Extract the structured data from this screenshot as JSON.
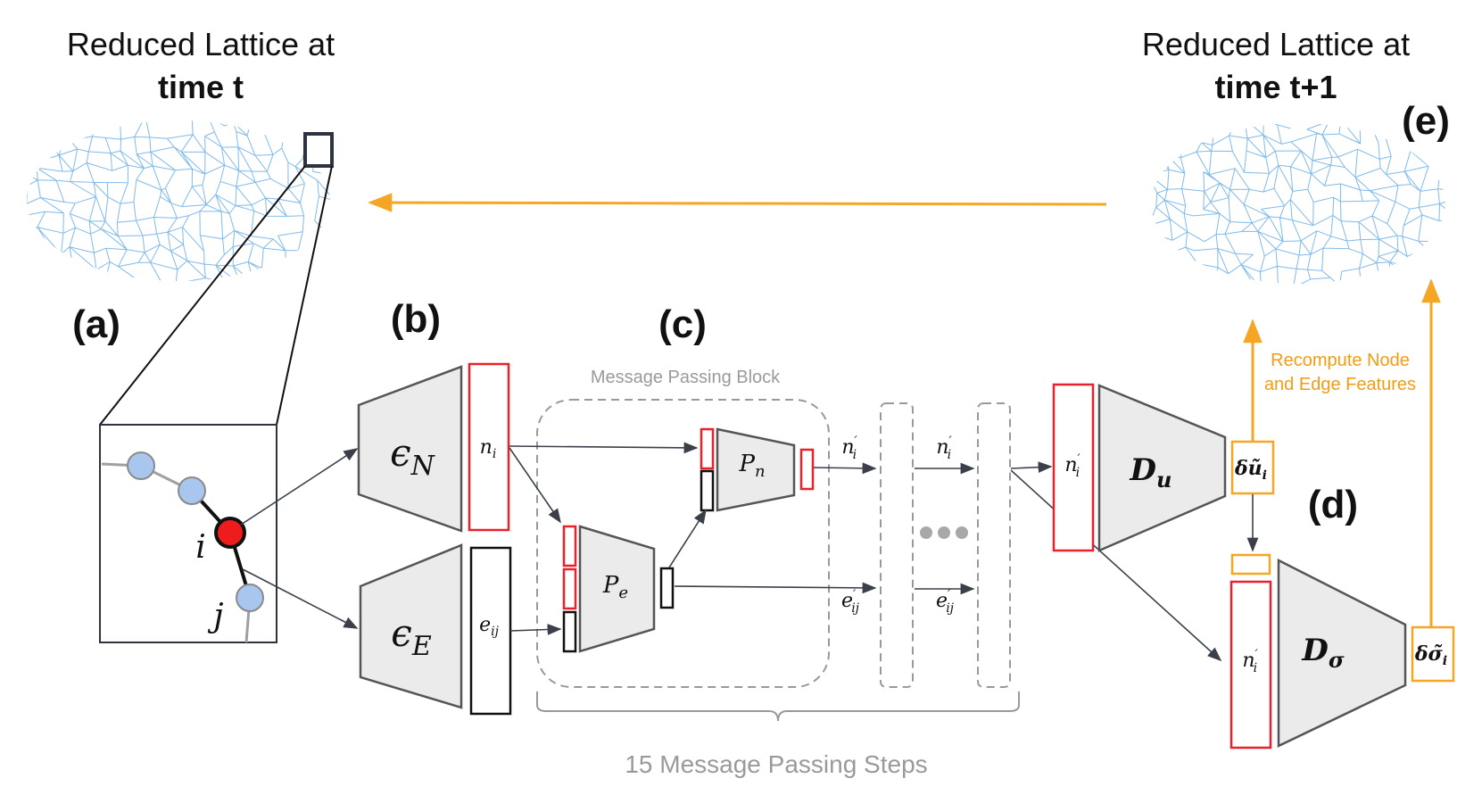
{
  "title_left_line1": "Reduced Lattice at",
  "title_left_line2": "time t",
  "title_right_line1": "Reduced Lattice at",
  "title_right_line2": "time t+1",
  "panels": {
    "a": "(a)",
    "b": "(b)",
    "c": "(c)",
    "d": "(d)",
    "e": "(e)"
  },
  "nodes": {
    "i": "i",
    "j": "j"
  },
  "encoders": {
    "node": "ϵ",
    "node_sub": "N",
    "edge": "ϵ",
    "edge_sub": "E"
  },
  "features": {
    "node": "n",
    "node_sub": "i",
    "edge": "e",
    "edge_sub": "ij",
    "node_prime": "n",
    "node_prime_sup": "′",
    "node_prime_sub": "i",
    "edge_prime": "e",
    "edge_prime_sup": "′",
    "edge_prime_sub": "ij"
  },
  "processors": {
    "edge": "P",
    "edge_sub": "e",
    "node": "P",
    "node_sub": "n"
  },
  "message_block_label": "Message Passing Block",
  "steps_label": "15 Message Passing Steps",
  "recompute_line1": "Recompute Node",
  "recompute_line2": "and Edge Features",
  "decoders": {
    "u": "D",
    "u_sub": "u",
    "sigma": "D",
    "sigma_sub": "σ"
  },
  "outputs": {
    "du": "δũ",
    "du_sub": "i",
    "dsigma": "δσ̃",
    "dsigma_sub": "i"
  },
  "colors": {
    "red": "#e8212a",
    "orange": "#f5a623",
    "lattice": "#6aaee6",
    "node_blue": "#a9c6ef",
    "node_red": "#ee1c1c",
    "trap_fill": "#ebebeb"
  }
}
